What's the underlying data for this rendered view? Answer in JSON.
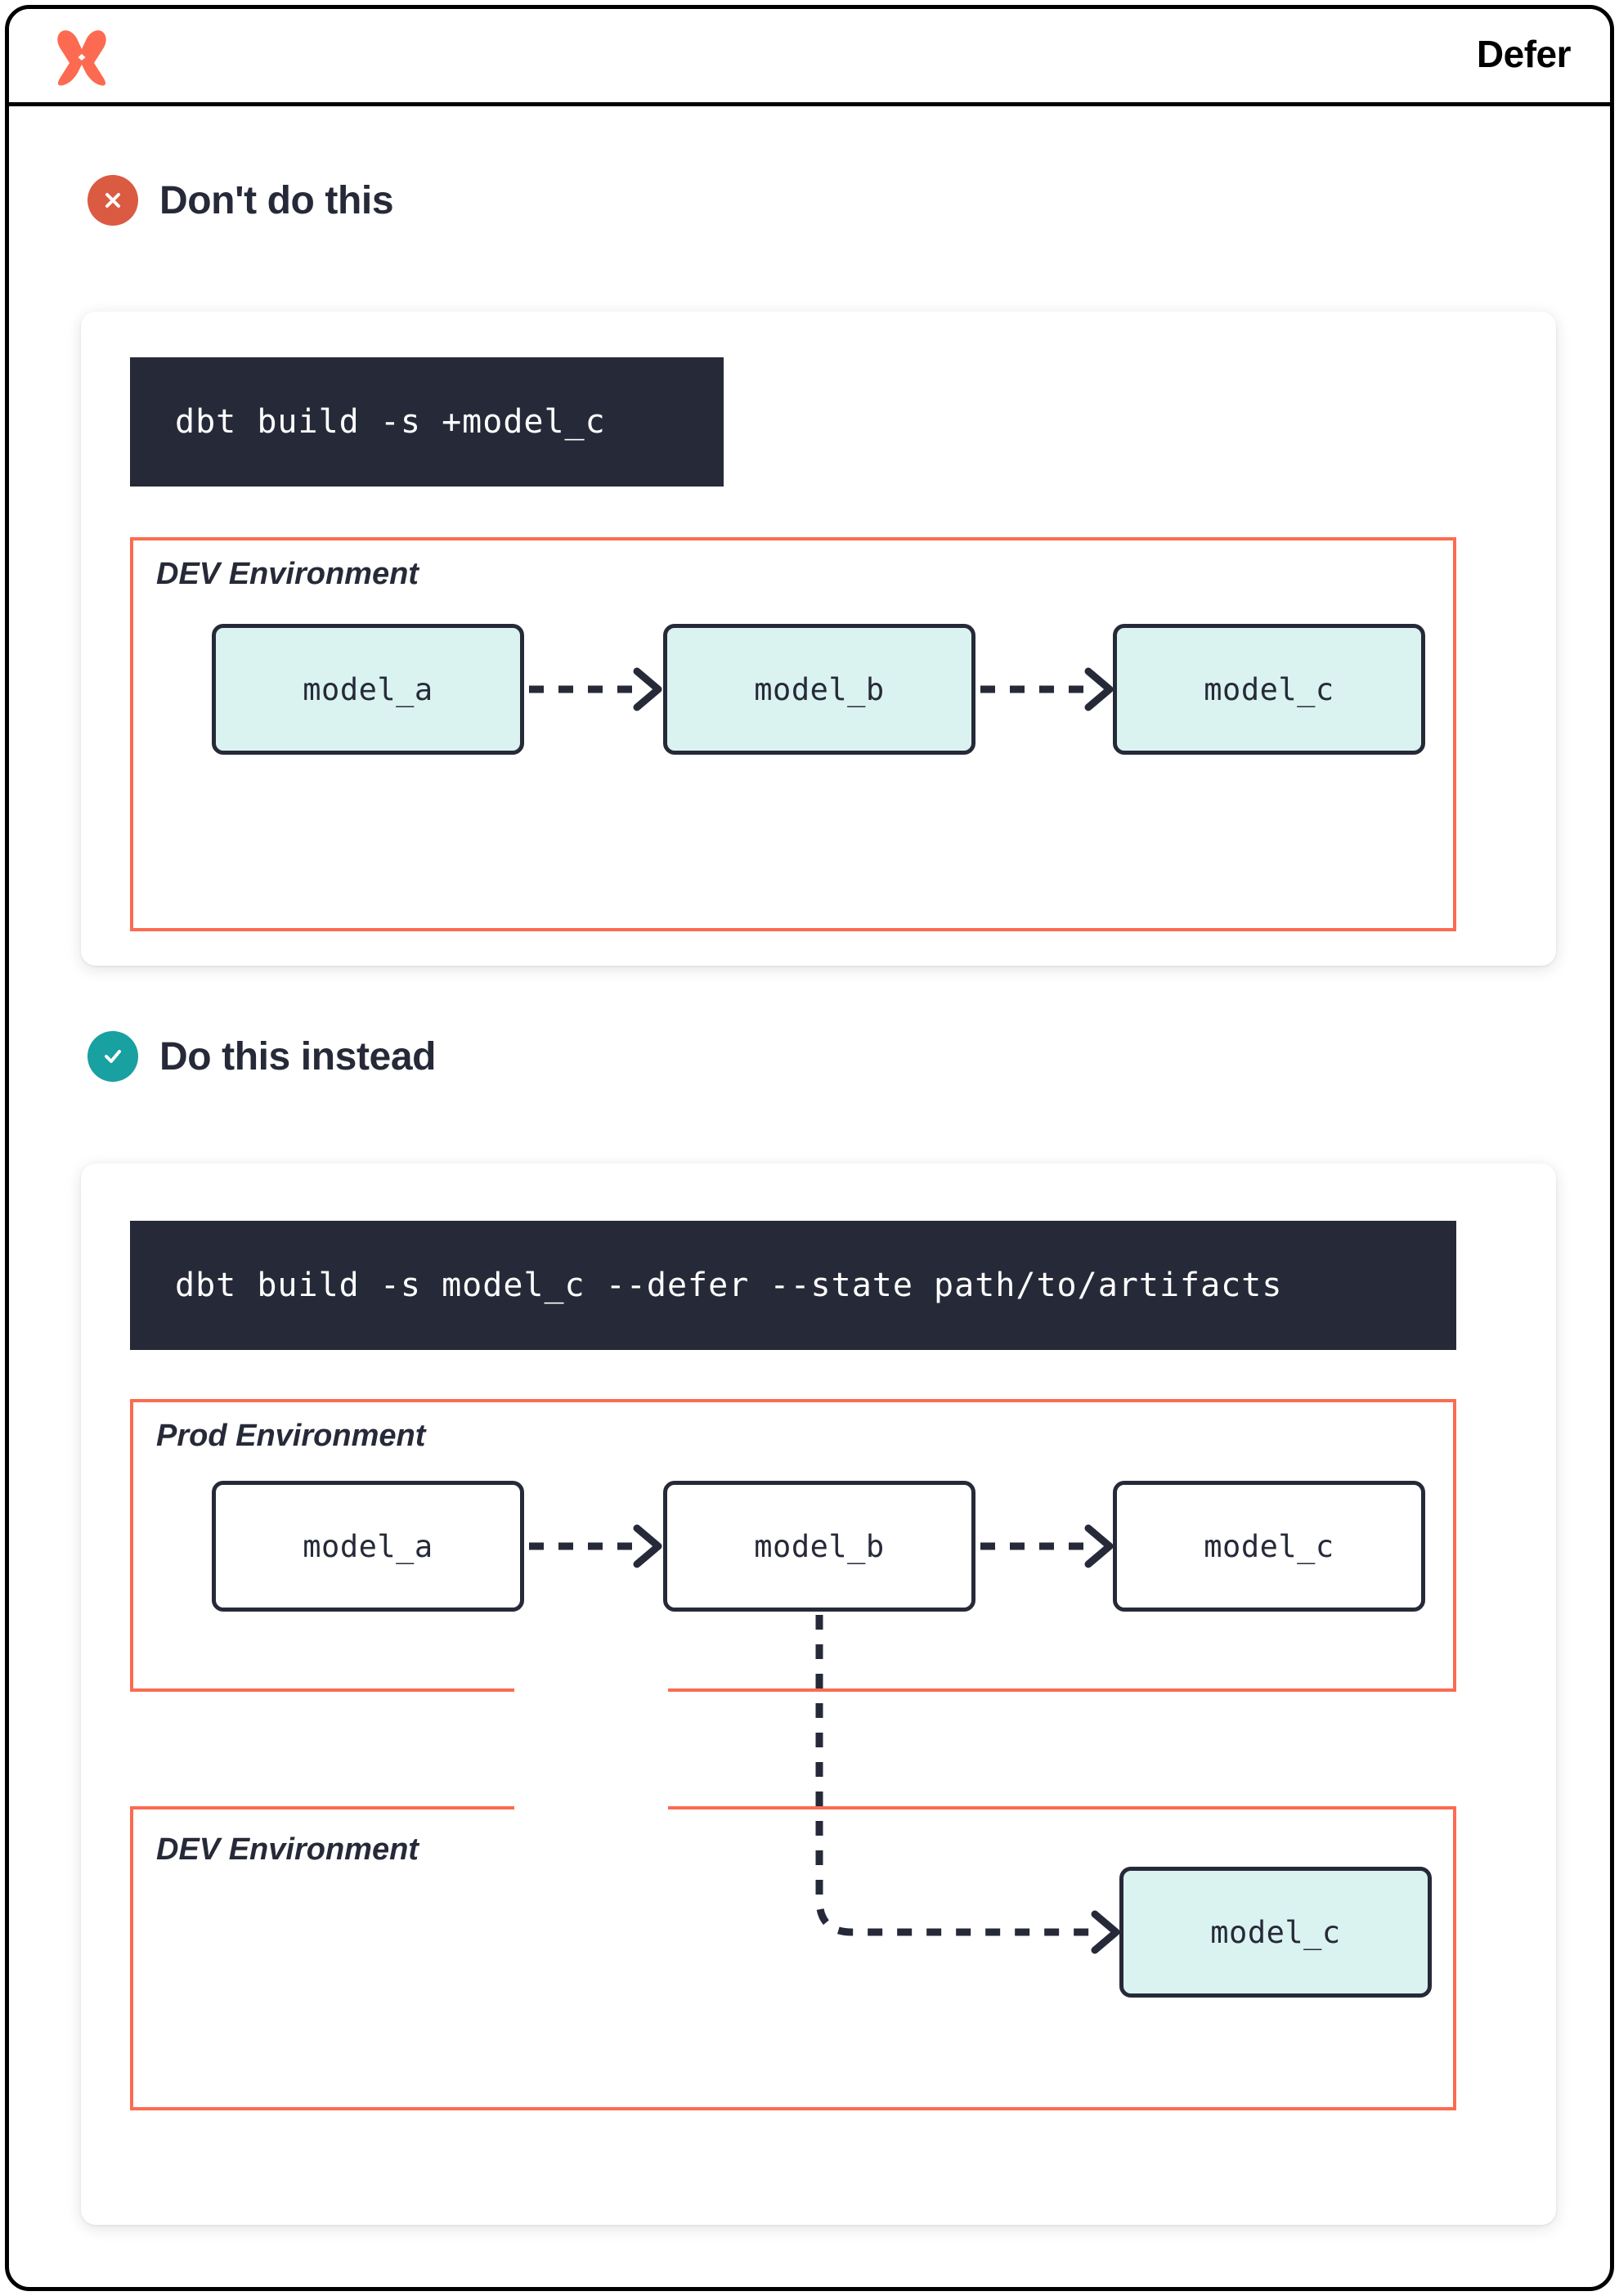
{
  "header": {
    "title": "Defer",
    "logo_icon": "dbt-logo-icon",
    "logo_color": "#FC6B51"
  },
  "colors": {
    "accent_orange": "#FC6B51",
    "bad_badge": "#DB5A42",
    "good_badge": "#19A0A0",
    "dark_navy": "#262A38",
    "node_dev_fill": "#DAF2F0",
    "node_prod_fill": "#FFFFFF"
  },
  "sections": [
    {
      "id": "dont",
      "badge_icon": "x-circle-icon",
      "title": "Don't do this",
      "code": "dbt build -s +model_c",
      "environments": [
        {
          "label": "DEV Environment",
          "nodes": [
            {
              "label": "model_a",
              "style": "dev"
            },
            {
              "label": "model_b",
              "style": "dev"
            },
            {
              "label": "model_c",
              "style": "dev"
            }
          ]
        }
      ]
    },
    {
      "id": "do",
      "badge_icon": "check-circle-icon",
      "title": "Do this instead",
      "code": "dbt build -s model_c --defer --state path/to/artifacts",
      "environments": [
        {
          "label": "Prod Environment",
          "nodes": [
            {
              "label": "model_a",
              "style": "prod"
            },
            {
              "label": "model_b",
              "style": "prod"
            },
            {
              "label": "model_c",
              "style": "prod"
            }
          ]
        },
        {
          "label": "DEV Environment",
          "nodes": [
            {
              "label": "model_c",
              "style": "dev"
            }
          ]
        }
      ]
    }
  ],
  "diagram": {
    "type": "dag",
    "edges_dont": [
      {
        "from": "model_a",
        "to": "model_b",
        "style": "dashed-arrow"
      },
      {
        "from": "model_b",
        "to": "model_c",
        "style": "dashed-arrow"
      }
    ],
    "edges_do": [
      {
        "from": "prod.model_a",
        "to": "prod.model_b",
        "style": "dashed-arrow"
      },
      {
        "from": "prod.model_b",
        "to": "prod.model_c",
        "style": "dashed-arrow"
      },
      {
        "from": "prod.model_b",
        "to": "dev.model_c",
        "style": "dashed-arrow-elbow"
      }
    ]
  }
}
